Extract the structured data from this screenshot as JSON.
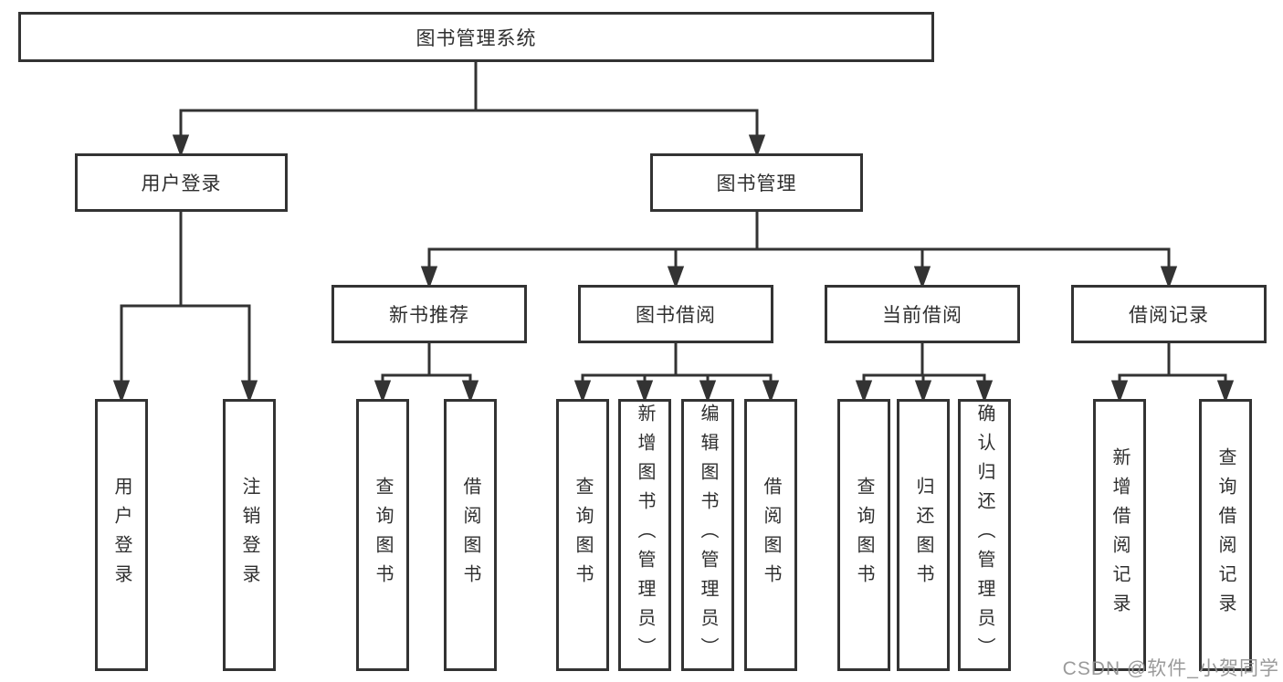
{
  "tree": {
    "label": "图书管理系统",
    "children": [
      {
        "label": "用户登录",
        "children": [
          {
            "label": "用户登录"
          },
          {
            "label": "注销登录"
          }
        ]
      },
      {
        "label": "图书管理",
        "children": [
          {
            "label": "新书推荐",
            "children": [
              {
                "label": "查询图书"
              },
              {
                "label": "借阅图书"
              }
            ]
          },
          {
            "label": "图书借阅",
            "children": [
              {
                "label": "查询图书"
              },
              {
                "label": "新增图书（管理员）"
              },
              {
                "label": "编辑图书（管理员）"
              },
              {
                "label": "借阅图书"
              }
            ]
          },
          {
            "label": "当前借阅",
            "children": [
              {
                "label": "查询图书"
              },
              {
                "label": "归还图书"
              },
              {
                "label": "确认归还（管理员）"
              }
            ]
          },
          {
            "label": "借阅记录",
            "children": [
              {
                "label": "新增借阅记录"
              },
              {
                "label": "查询借阅记录"
              }
            ]
          }
        ]
      }
    ]
  },
  "watermark": {
    "text": "CSDN @软件_小贺同学"
  },
  "colors": {
    "line": "#333333",
    "text": "#2f2f2f",
    "watermark": "#919191",
    "background": "#ffffff"
  }
}
